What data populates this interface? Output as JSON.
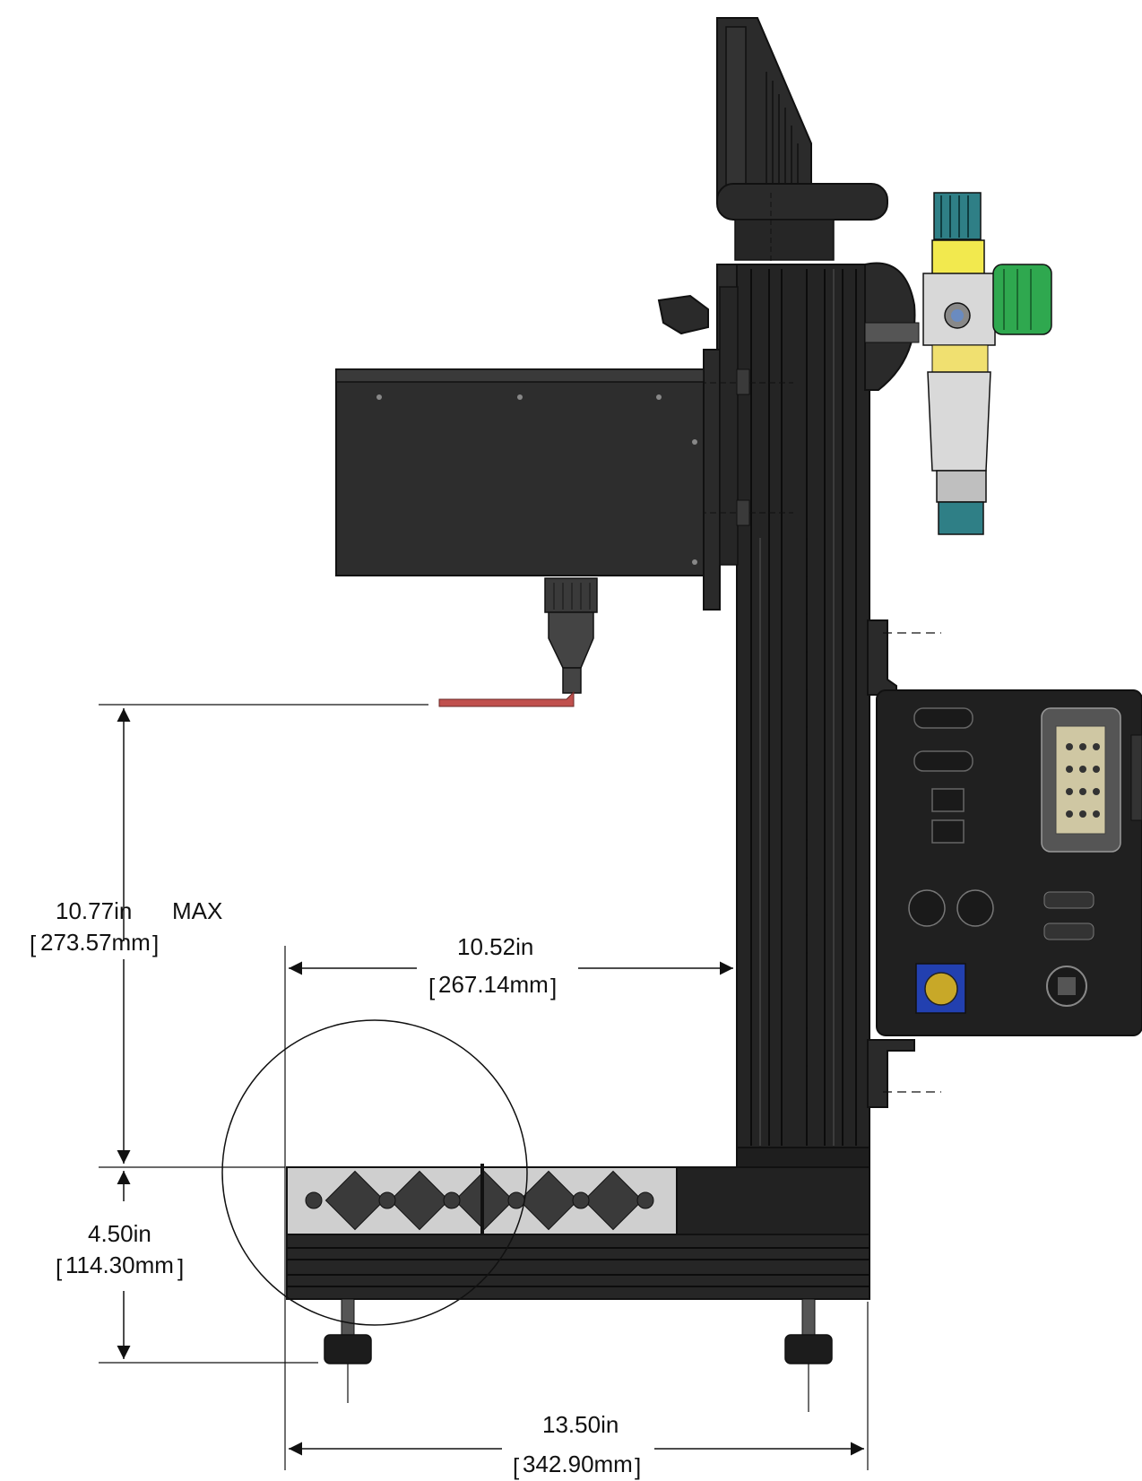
{
  "drawing": {
    "dimensions": {
      "max_height": {
        "inches": "10.77in",
        "mm": "273.57mm",
        "note": "MAX"
      },
      "reach": {
        "inches": "10.52in",
        "mm": "267.14mm"
      },
      "base_height": {
        "inches": "4.50in",
        "mm": "114.30mm"
      },
      "base_length": {
        "inches": "13.50in",
        "mm": "342.90mm"
      }
    },
    "colors": {
      "body_dark": "#2a2a2a",
      "body_mid": "#3a3a3a",
      "extrusion_light": "#cfcfcf",
      "stylus_red": "#c0504d",
      "regulator_green": "#2fa84f",
      "regulator_yellow": "#f2e94e",
      "panel_blue": "#2240b0"
    }
  }
}
